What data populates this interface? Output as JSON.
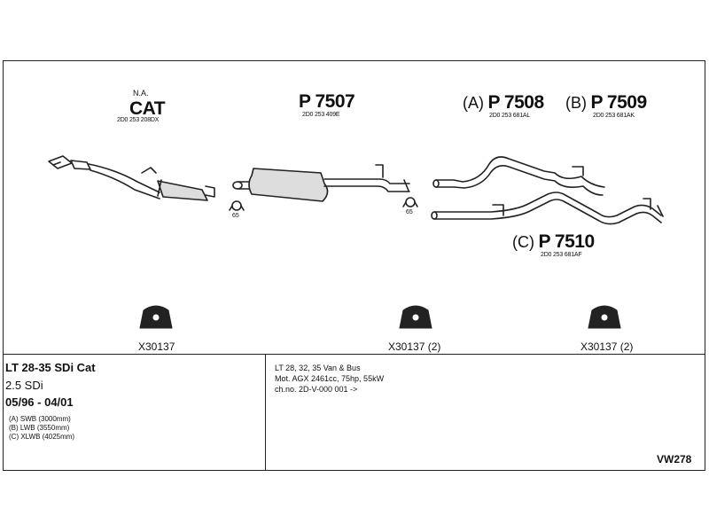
{
  "parts": {
    "cat": {
      "prefix": "N.A.",
      "number": "CAT",
      "oem": "2D0 253 208DX"
    },
    "p7507": {
      "number": "P 7507",
      "oem": "2D0 253 409E"
    },
    "p7508": {
      "variant": "(A)",
      "number": "P 7508",
      "oem": "2D0 253 681AL"
    },
    "p7509": {
      "variant": "(B)",
      "number": "P 7509",
      "oem": "2D0 253 681AK"
    },
    "p7510": {
      "variant": "(C)",
      "number": "P 7510",
      "oem": "2D0 253 681AF"
    }
  },
  "clamps": {
    "left": "65",
    "right": "65"
  },
  "mounts": {
    "left": "X30137",
    "center": "X30137 (2)",
    "right": "X30137 (2)"
  },
  "vehicle": {
    "title": "LT 28-35 SDi Cat",
    "engine": "2.5 SDi",
    "dates": "05/96 - 04/01",
    "variants": [
      "(A) SWB (3000mm)",
      "(B) LWB (3550mm)",
      "(C) XLWB (4025mm)"
    ]
  },
  "application": {
    "lines": [
      "LT 28, 32, 35 Van & Bus",
      "Mot. AGX 2461cc, 75hp, 55kW",
      "ch.no. 2D-V-000 001 ->"
    ]
  },
  "diagram_code": "VW278"
}
